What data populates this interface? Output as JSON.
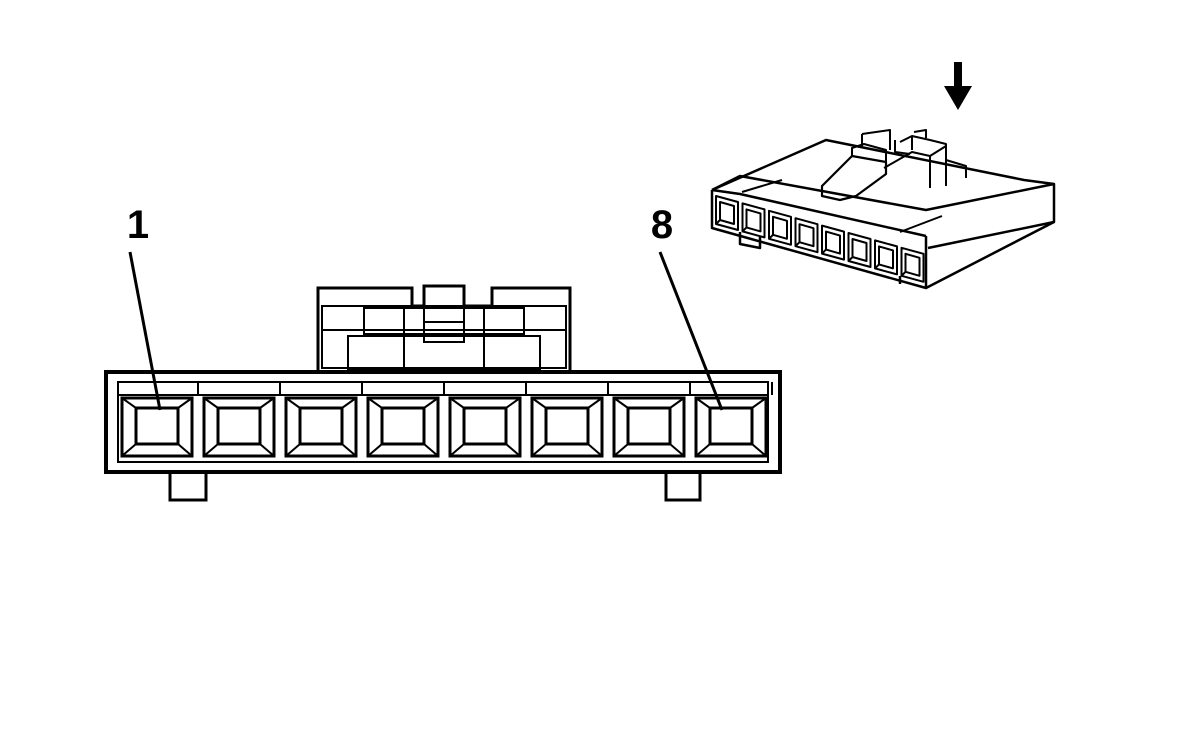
{
  "diagram": {
    "pin_labels": {
      "first": "1",
      "last": "8"
    },
    "pin_count": 8,
    "colors": {
      "line": "#000000",
      "background": "#ffffff"
    },
    "icons": {
      "arrow": "down-arrow-icon"
    }
  }
}
